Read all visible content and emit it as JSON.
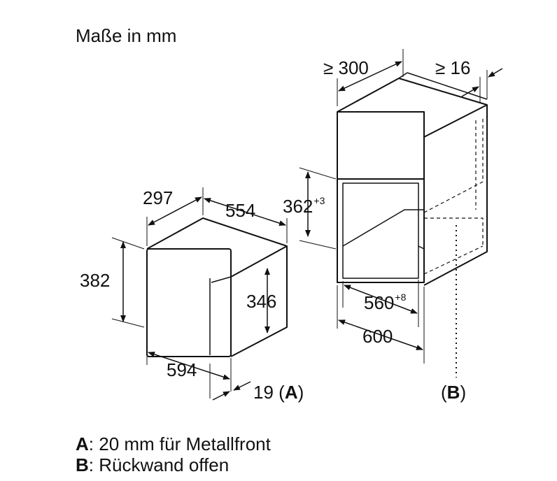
{
  "title": "Maße in mm",
  "dimensions": {
    "oven_depth": "297",
    "oven_width_top": "554",
    "oven_height": "382",
    "oven_inner_height": "346",
    "oven_width_bottom": "594",
    "front_thickness": "19",
    "front_ref": "A",
    "cabinet_depth": "≥ 300",
    "cabinet_side": "≥ 16",
    "niche_height": "362",
    "niche_height_tol": "+3",
    "niche_width": "560",
    "niche_width_tol": "+8",
    "cabinet_width": "600",
    "back_ref": "B"
  },
  "legend": [
    {
      "key": "A",
      "text": ": 20 mm für Metallfront"
    },
    {
      "key": "B",
      "text": ": Rückwand offen"
    }
  ],
  "colors": {
    "line": "#111111",
    "background": "#ffffff"
  }
}
